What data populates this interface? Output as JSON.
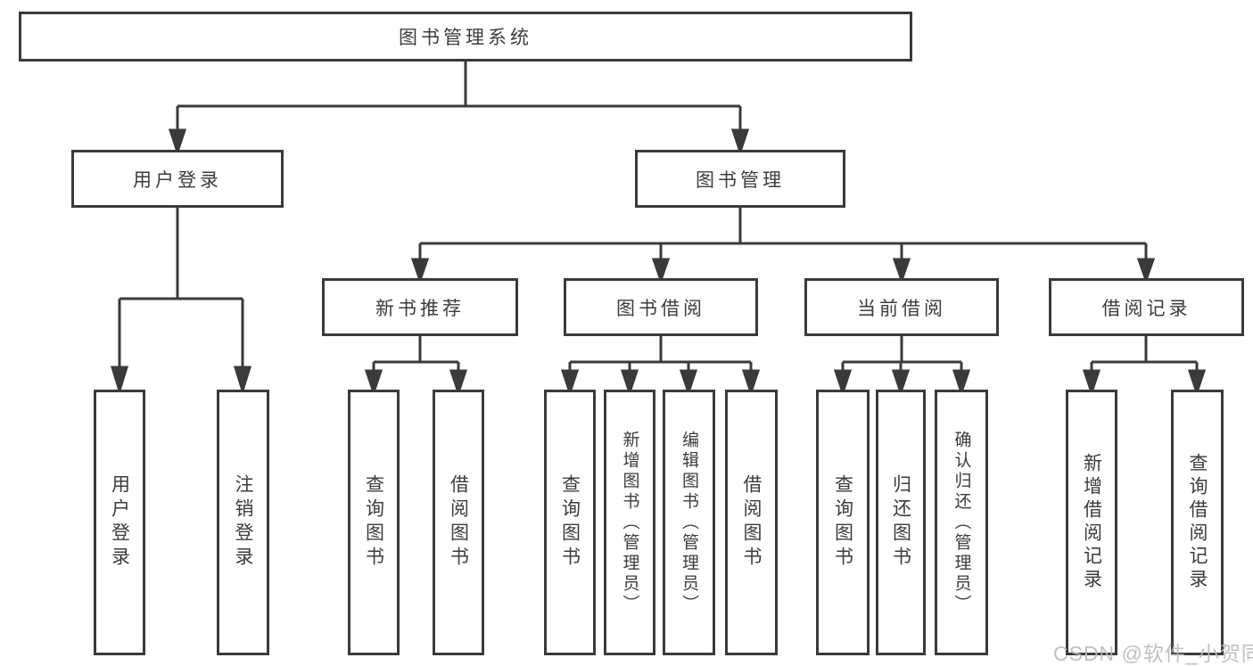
{
  "colors": {
    "background": "#ffffff",
    "line": "#3a3a3a",
    "box_border": "#3a3a3a",
    "box_fill": "#ffffff",
    "text": "#3c3c3c",
    "watermark": "#b9b9b9"
  },
  "tree": {
    "root": {
      "label": "图书管理系统"
    },
    "level2": [
      {
        "label": "用户登录"
      },
      {
        "label": "图书管理"
      }
    ],
    "level3": [
      {
        "label": "新书推荐"
      },
      {
        "label": "图书借阅"
      },
      {
        "label": "当前借阅"
      },
      {
        "label": "借阅记录"
      }
    ],
    "leaves": {
      "user_login": [
        {
          "label": "用户登录"
        },
        {
          "label": "注销登录"
        }
      ],
      "new_book_recommend": [
        {
          "label": "查询图书"
        },
        {
          "label": "借阅图书"
        }
      ],
      "book_borrow": [
        {
          "label": "查询图书"
        },
        {
          "label": "新增图书（管理员）"
        },
        {
          "label": "编辑图书（管理员）"
        },
        {
          "label": "借阅图书"
        }
      ],
      "current_borrow": [
        {
          "label": "查询图书"
        },
        {
          "label": "归还图书"
        },
        {
          "label": "确认归还（管理员）"
        }
      ],
      "borrow_record": [
        {
          "label": "新增借阅记录"
        },
        {
          "label": "查询借阅记录"
        }
      ]
    }
  },
  "watermark": {
    "text": "CSDN @软件_小贺同学"
  }
}
